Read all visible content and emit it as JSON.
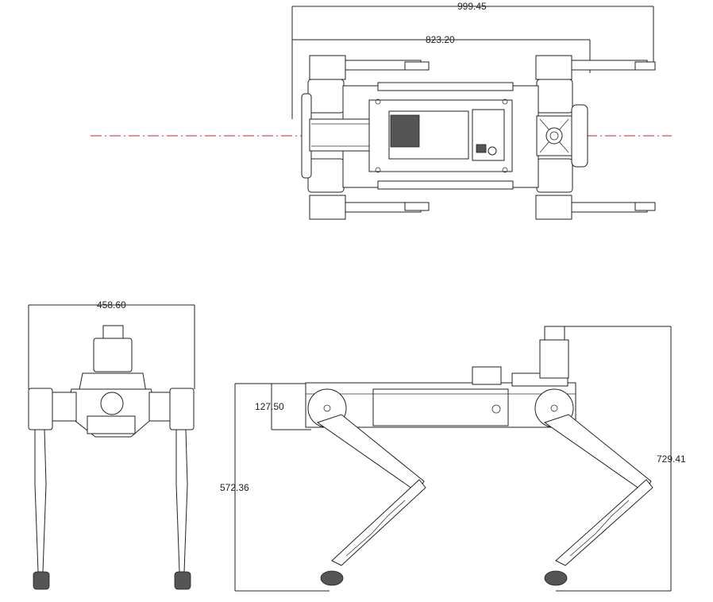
{
  "dimensions": {
    "top_total_length": "999.45",
    "top_body_length": "823.20",
    "front_width": "458.60",
    "side_body_height": "127.50",
    "side_standing_height": "572.36",
    "side_total_height": "729.41"
  }
}
